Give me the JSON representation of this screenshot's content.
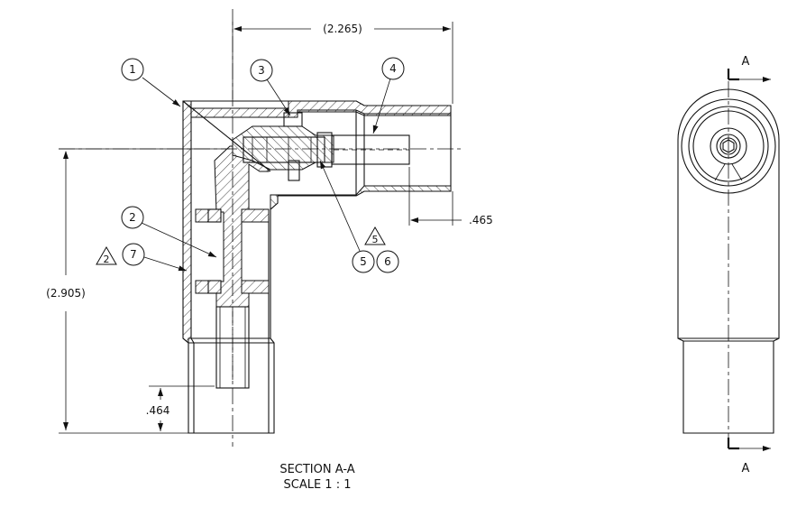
{
  "dimensions": {
    "overall_width": "(2.265)",
    "overall_height": "(2.905)",
    "bottom_offset": ".464",
    "right_offset": ".465"
  },
  "balloons": {
    "b1": "1",
    "b2": "2",
    "b3": "3",
    "b4": "4",
    "b5": "5",
    "b6": "6",
    "b7": "7"
  },
  "revision_flags": {
    "flag_left": "2",
    "flag_right": "5"
  },
  "section_marks": {
    "top": "A",
    "bottom": "A"
  },
  "captions": {
    "section": "SECTION A-A",
    "scale": "SCALE 1 : 1"
  }
}
